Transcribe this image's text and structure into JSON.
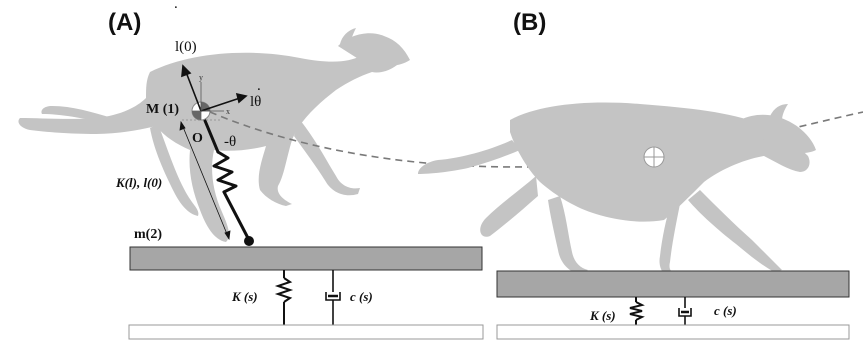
{
  "panels": {
    "a_label": "(A)",
    "b_label": "(B)"
  },
  "labels": {
    "l_zero": "l(0)",
    "l_zero_dot": ".",
    "l_theta": "lθ",
    "l_theta_dot": ".",
    "mass_body": "M (1)",
    "origin": "O",
    "neg_theta": "-θ",
    "axis_y": "y",
    "axis_x": "x",
    "leg_stiffness": "K(l), l(0)",
    "mass_foot": "m(2)",
    "surface_spring_a": "K (s)",
    "surface_damper_a": "c (s)",
    "surface_spring_b": "K (s)",
    "surface_damper_b": "c (s)"
  },
  "colors": {
    "silhouette": "#c4c4c4",
    "plate_fill": "#a6a6a6",
    "plate_stroke": "#333333",
    "trajectory": "#7a7a7a",
    "ink": "#111111"
  }
}
